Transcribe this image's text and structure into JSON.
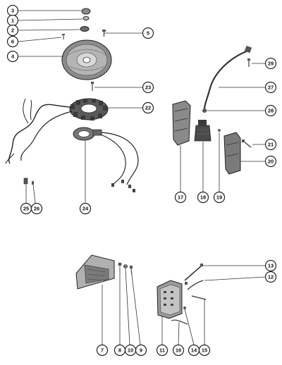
{
  "callouts": {
    "c1": "1",
    "c2": "2",
    "c3": "3",
    "c4": "4",
    "c5": "5",
    "c6": "6",
    "c7": "7",
    "c8": "8",
    "c9": "9",
    "c10": "10",
    "c11": "11",
    "c12": "12",
    "c13": "13",
    "c14": "14",
    "c15": "15",
    "c16": "16",
    "c17": "17",
    "c18": "18",
    "c19": "19",
    "c20": "20",
    "c21": "21",
    "c22": "22",
    "c23": "23",
    "c24": "24",
    "c25": "25",
    "c26": "26",
    "c27": "27",
    "c28": "28",
    "c29": "29"
  },
  "colors": {
    "ink": "#222222",
    "part_fill": "#9a9a9a",
    "part_dark": "#4a4a4a",
    "paper": "#ffffff"
  }
}
